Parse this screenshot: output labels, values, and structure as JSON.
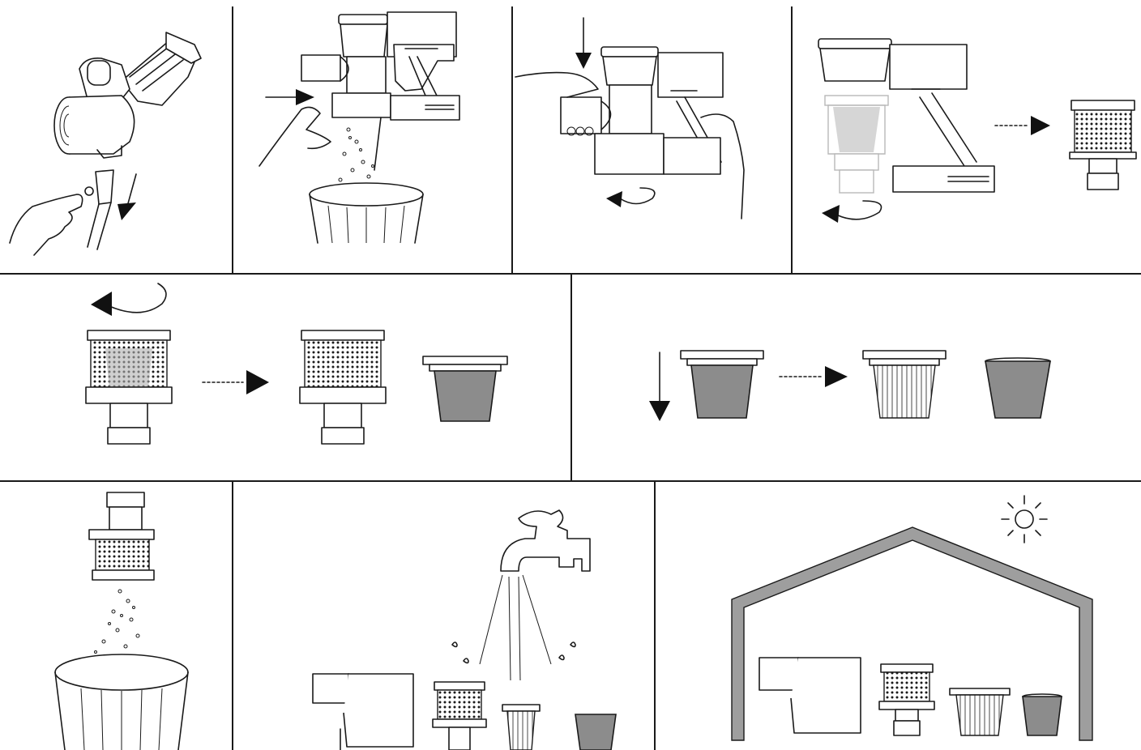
{
  "figure": {
    "colors": {
      "line": "#1a1a1a",
      "dust_container_grey": "#8c8c8c",
      "shelter_grey": "#9e9e9e",
      "background": "#ffffff"
    },
    "steps": [
      {
        "id": "step-1",
        "depicts": "press-release-button-remove-wand"
      },
      {
        "id": "step-2",
        "depicts": "open-dust-bin-over-trash-can"
      },
      {
        "id": "step-3",
        "depicts": "close-dust-bin-rotate"
      },
      {
        "id": "step-4",
        "depicts": "rotate-remove-cyclone-filter"
      },
      {
        "id": "step-5",
        "depicts": "rotate-separate-filter-parts"
      },
      {
        "id": "step-6",
        "depicts": "remove-hepa-filter-from-cup"
      },
      {
        "id": "step-7",
        "depicts": "tap-debris-into-trash-can"
      },
      {
        "id": "step-8",
        "depicts": "rinse-parts-under-tap"
      },
      {
        "id": "step-9",
        "depicts": "air-dry-parts-in-shade"
      }
    ],
    "icons": [
      "arrow-down-icon",
      "arrow-right-icon",
      "rotate-arrow-icon",
      "dotted-arrow-icon",
      "water-tap-icon",
      "sun-icon",
      "trash-can-icon",
      "shelter-icon"
    ]
  }
}
